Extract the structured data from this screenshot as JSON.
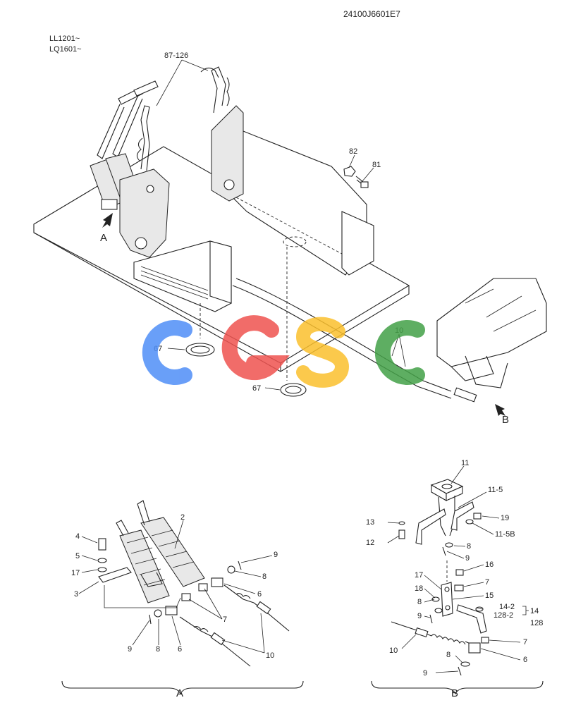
{
  "drawing_number": "24100J6601E7",
  "serials": [
    "LL1201~",
    "LQ1601~"
  ],
  "watermark": {
    "text": "CGSC",
    "colors": [
      "#4f8ef7",
      "#ef5350",
      "#fbc02d",
      "#43a047"
    ]
  },
  "view_markers": {
    "a": "A",
    "b": "B"
  },
  "main_callouts": {
    "c87_126": "87-126",
    "c82": "82",
    "c81": "81",
    "c10": "10",
    "c67a": "67",
    "c67b": "67"
  },
  "detail_a_callouts": {
    "c2": "2",
    "c4": "4",
    "c5": "5",
    "c17": "17",
    "c3": "3",
    "c9a": "9",
    "c8a": "8",
    "c6a": "6",
    "c7": "7",
    "c9b": "9",
    "c8b": "8",
    "c6b": "6",
    "c10": "10"
  },
  "detail_b_callouts": {
    "c11": "11",
    "c11_5": "11-5",
    "c19": "19",
    "c13": "13",
    "c11_5b": "11-5B",
    "c12": "12",
    "c8a": "8",
    "c9a": "9",
    "c16": "16",
    "c17": "17",
    "c7a": "7",
    "c18": "18",
    "c15": "15",
    "c8b": "8",
    "c14_2": "14-2",
    "c14": "14",
    "c128_2": "128-2",
    "c128": "128",
    "c9b": "9",
    "c10": "10",
    "c7b": "7",
    "c8c": "8",
    "c6": "6",
    "c9c": "9"
  }
}
